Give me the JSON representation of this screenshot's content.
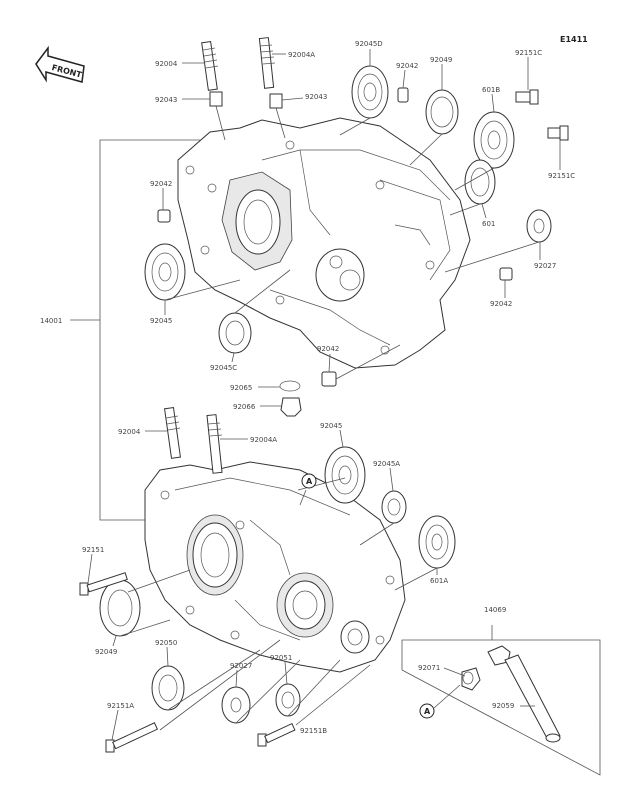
{
  "diagram": {
    "code": "E1411",
    "front_label": "FRONT",
    "ref_marker": "A",
    "labels": {
      "p92004_u": "92004",
      "p92004a_u": "92004A",
      "p92045d": "92045D",
      "p92042_u1": "92042",
      "p92049_u": "92049",
      "p92151c_1": "92151C",
      "p92043_l": "92043",
      "p92043_r": "92043",
      "p601b": "601B",
      "p92151c_2": "92151C",
      "p92042_u2": "92042",
      "p601": "601",
      "p92027_u": "92027",
      "p92045_u": "92045",
      "p14001": "14001",
      "p92045c": "92045C",
      "p92042_u3": "92042",
      "p92042_u4": "92042",
      "p92065": "92065",
      "p92066": "92066",
      "p92004_l": "92004",
      "p92004a_l": "92004A",
      "p92045_l": "92045",
      "p92045a": "92045A",
      "p92151": "92151",
      "p601a": "601A",
      "p14069": "14069",
      "p92049_l": "92049",
      "p92050": "92050",
      "p92027_l": "92027",
      "p92051": "92051",
      "p92071": "92071",
      "p92151a": "92151A",
      "p92059": "92059",
      "p92151b": "92151B"
    }
  }
}
